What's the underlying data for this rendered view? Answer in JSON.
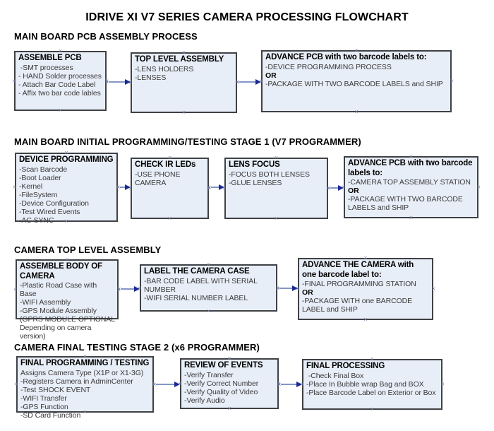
{
  "title": "IDRIVE XI V7 SERIES CAMERA PROCESSING FLOWCHART",
  "colors": {
    "box_fill": "#e8eef7",
    "box_border": "#3f4145",
    "arrow_line": "#8495c8",
    "arrow_head": "#1b2a91",
    "handle": "#7b86ab",
    "body_text": "#3a3a3c",
    "heading_text": "#000000"
  },
  "sections": [
    {
      "heading": "MAIN BOARD PCB ASSEMBLY PROCESS",
      "boxes": [
        {
          "title": "ASSEMBLE PCB",
          "lines": [
            " -SMT processes",
            "- HAND Solder processes",
            "- Attach Bar Code Label",
            "- Affix two bar code lables"
          ]
        },
        {
          "title": "TOP LEVEL ASSEMBLY",
          "lines": [
            "-LENS HOLDERS",
            "-LENSES"
          ]
        },
        {
          "title": "ADVANCE PCB with two barcode labels to:",
          "lines": [
            "-DEVICE PROGRAMMING PROCESS",
            "OR",
            "-PACKAGE WITH TWO BARCODE LABELS and SHIP"
          ]
        }
      ]
    },
    {
      "heading": "MAIN BOARD INITIAL PROGRAMMING/TESTING STAGE 1 (V7 PROGRAMMER)",
      "boxes": [
        {
          "title": "DEVICE PROGRAMMING",
          "lines": [
            "-Scan Barcode",
            "-Boot Loader",
            "-Kernel",
            "-FileSystem",
            "-Device Configuration",
            "-Test Wired Events",
            "-AC SYNC"
          ]
        },
        {
          "title": "CHECK IR LEDs",
          "lines": [
            "-USE PHONE CAMERA"
          ]
        },
        {
          "title": "LENS FOCUS",
          "lines": [
            "-FOCUS BOTH LENSES",
            "-GLUE LENSES"
          ]
        },
        {
          "title": "ADVANCE PCB with two barcode labels to:",
          "lines": [
            "-CAMERA TOP ASSEMBLY STATION",
            "OR",
            "-PACKAGE WITH TWO BARCODE LABELS and SHIP"
          ]
        }
      ]
    },
    {
      "heading": "CAMERA TOP LEVEL ASSEMBLY",
      "boxes": [
        {
          "title": "ASSEMBLE BODY OF CAMERA",
          "lines": [
            "-Plastic Road Case with Base",
            "-WIFI Assembly",
            "-GPS Module Assembly",
            "(GPRS MODULE OPTIONAL",
            "Depending on camera version)"
          ]
        },
        {
          "title": "LABEL THE CAMERA CASE",
          "lines": [
            "-BAR CODE LABEL WITH SERIAL NUMBER",
            "-WIFI SERIAL NUMBER LABEL"
          ]
        },
        {
          "title": "ADVANCE THE CAMERA with one barcode label to:",
          "lines": [
            "-FINAL PROGRAMMING STATION",
            "OR",
            "-PACKAGE WITH one BARCODE LABEL and SHIP"
          ]
        }
      ]
    },
    {
      "heading": "CAMERA FINAL TESTING STAGE 2 (x6 PROGRAMMER)",
      "boxes": [
        {
          "title": "FINAL PROGRAMMING / TESTING",
          "lines": [
            "Assigns Camera Type (X1P or X1-3G)",
            "-Registers Camera in AdminCenter",
            "-Test SHOCK EVENT",
            "-WIFI Transfer",
            "-GPS Function",
            "-SD Card Function"
          ]
        },
        {
          "title": "REVIEW OF EVENTS",
          "lines": [
            "-Verify Transfer",
            "-Verify Correct Number",
            "-Verify Quality of Video",
            "-Verify Audio"
          ]
        },
        {
          "title": "FINAL PROCESSING",
          "lines": [
            " -Check Final Box",
            "-Place In Bubble wrap Bag and BOX",
            "-Place Barcode Label on Exterior or Box"
          ]
        }
      ]
    }
  ]
}
